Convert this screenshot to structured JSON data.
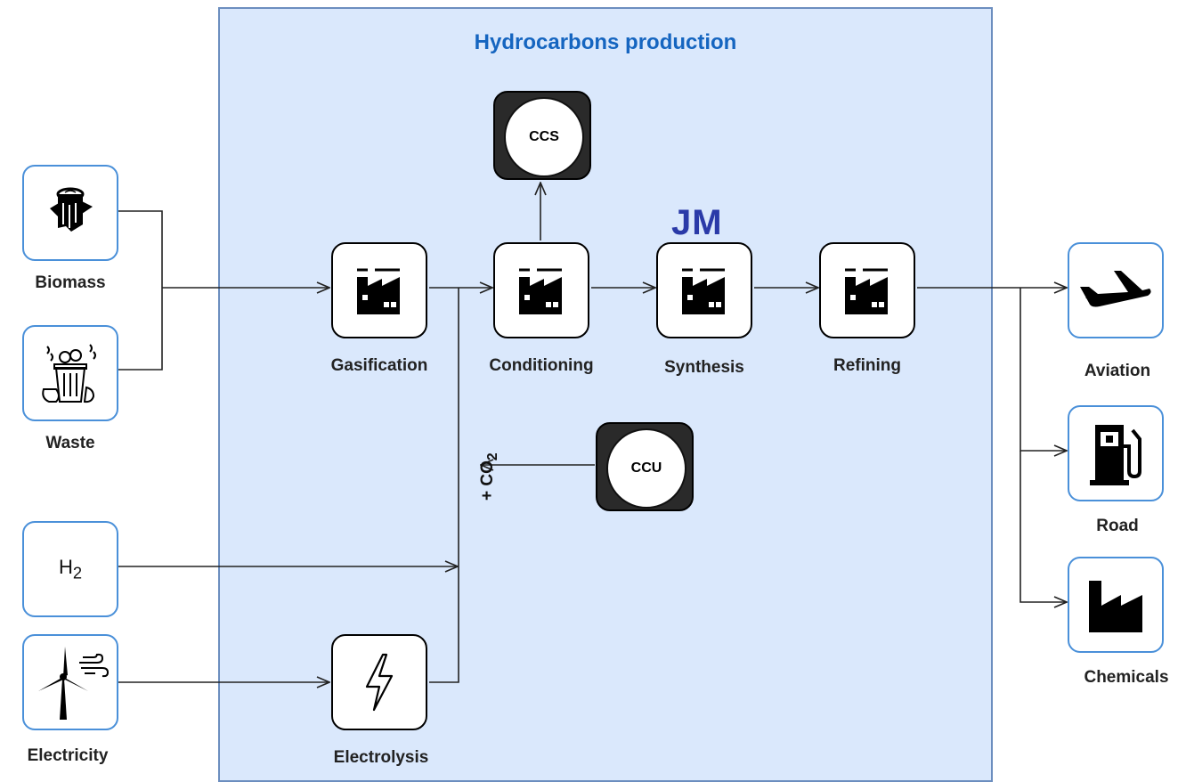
{
  "zone": {
    "title": "Hydrocarbons production"
  },
  "inputs": {
    "biomass": "Biomass",
    "waste": "Waste",
    "hydrogen_label": "H",
    "hydrogen_sub": "2",
    "electricity": "Electricity"
  },
  "processes": {
    "gasification": "Gasification",
    "conditioning": "Conditioning",
    "synthesis": "Synthesis",
    "refining": "Refining",
    "electrolysis": "Electrolysis"
  },
  "carbon": {
    "ccs": "CCS",
    "ccu": "CCU",
    "co2_prefix": "+ CO",
    "co2_sub": "2"
  },
  "outputs": {
    "aviation": "Aviation",
    "road": "Road",
    "chemicals": "Chemicals"
  },
  "logo": "JM",
  "icons": {
    "biomass": "log-icon",
    "waste": "trash-icon",
    "electricity": "wind-turbine-icon",
    "factory": "factory-icon",
    "electrolysis": "lightning-icon",
    "aviation": "airplane-icon",
    "road": "fuel-pump-icon",
    "chemicals": "factory-icon"
  },
  "colors": {
    "zone_fill": "#dae8fc",
    "zone_border": "#6c8ebf",
    "title": "#1565c0",
    "logo": "#2a3aa8"
  }
}
